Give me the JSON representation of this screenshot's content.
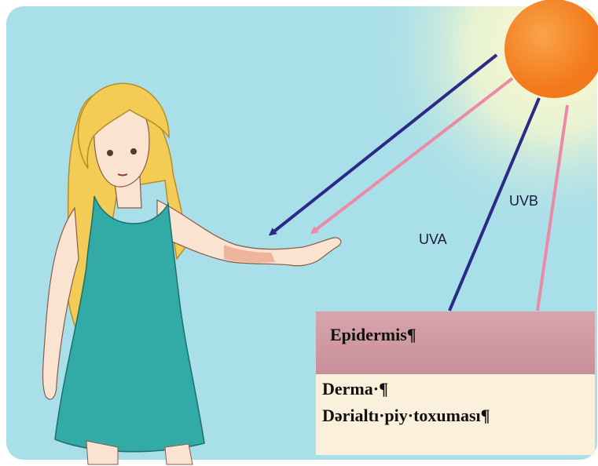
{
  "rays": {
    "uvb_label": "UVB",
    "uva_label": "UVA",
    "uva_color": "#2b2a86",
    "uvb_color": "#ec8aa6"
  },
  "layers": {
    "epidermis": "Epidermis¶",
    "dermis": "Derma·¶",
    "subcutaneous": "Dərialtı·piy·toxuması¶"
  },
  "colors": {
    "sky": "#a9dfe9",
    "sun": "#f58a1f",
    "dress": "#32aaa5",
    "hair": "#f2cc55",
    "skin": "#fbe3d1"
  },
  "icons": [
    "sun-icon",
    "person-figure"
  ]
}
